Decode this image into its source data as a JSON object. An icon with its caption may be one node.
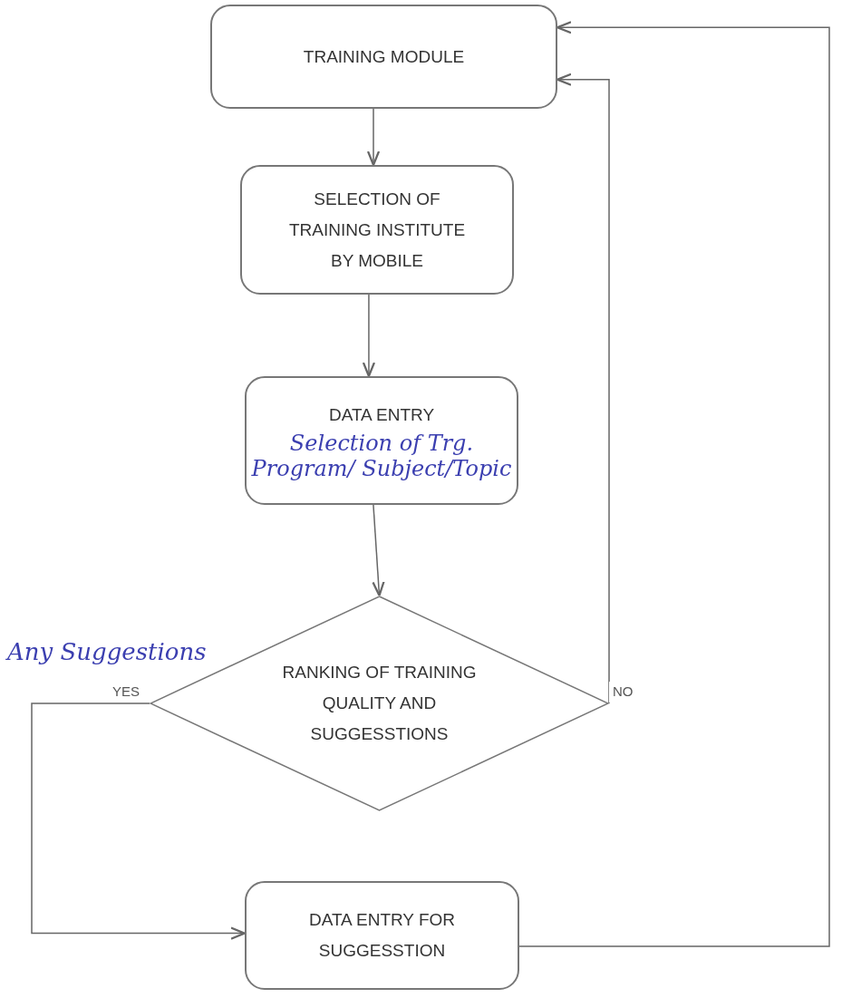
{
  "diagram": {
    "nodes": [
      {
        "text": [
          "TRAINING MODULE"
        ]
      },
      {
        "text": [
          "SELECTION OF TRAINING INSTITUTE BY MOBILE"
        ]
      },
      {
        "text": [
          "DATA ENTRY",
          "Selection of Trg. Program/ Subject/Topic"
        ]
      },
      {
        "text": [
          "RANKING OF TRAINING QUALITY AND SUGGESSTIONS"
        ]
      },
      {
        "text": [
          "DATA ENTRY FOR SUGGESSTION"
        ]
      }
    ],
    "edges": [
      {
        "from": 0,
        "to": 1,
        "arrow": "to"
      },
      {
        "from": 1,
        "to": 2,
        "arrow": "to"
      },
      {
        "from": 2,
        "to": 3,
        "arrow": "to"
      },
      {
        "from": 3,
        "to": 4,
        "arrow": "to",
        "label": "YES"
      },
      {
        "from": 3,
        "to": 0,
        "arrow": "to",
        "label": "NO"
      },
      {
        "from": 4,
        "to": 0,
        "arrow": "to"
      }
    ],
    "labels": [
      "Any Suggestions"
    ]
  }
}
